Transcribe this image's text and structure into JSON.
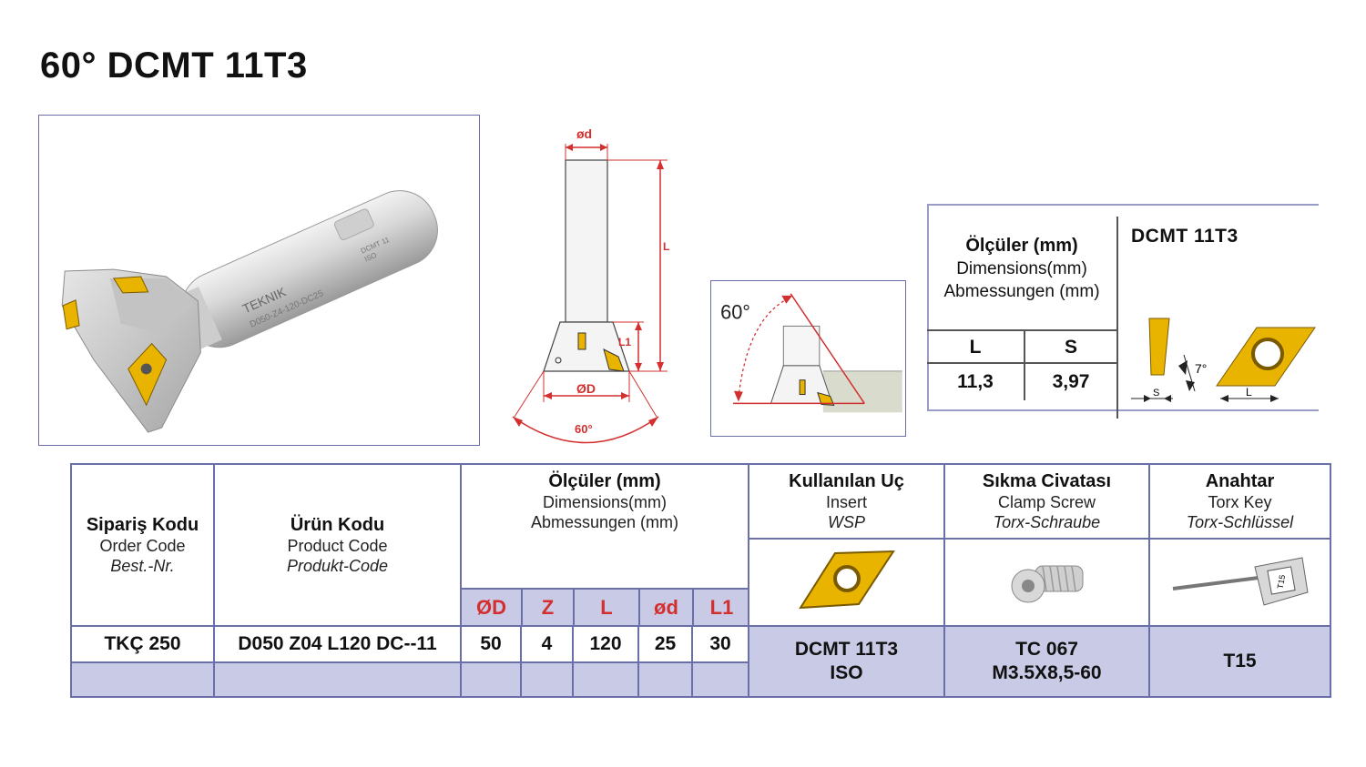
{
  "title": "60° DCMT 11T3",
  "photo": {
    "engraving": [
      "TEKNIK",
      "D050-Z4-120-DC25",
      "DCMT 11",
      "ISO"
    ]
  },
  "drawing": {
    "label_od": "ød",
    "label_L": "L",
    "label_L1": "L1",
    "label_OD": "ØD",
    "label_angle": "60°"
  },
  "angle_detail": {
    "label": "60°"
  },
  "insert_spec": {
    "heading_tr": "Ölçüler (mm)",
    "heading_en": "Dimensions(mm)",
    "heading_de": "Abmessungen (mm)",
    "col_L": "L",
    "col_S": "S",
    "val_L": "11,3",
    "val_S": "3,97",
    "insert_name": "DCMT 11T3",
    "label_s": "S",
    "label_angle": "7°",
    "label_l": "L"
  },
  "table": {
    "order_code": {
      "tr": "Sipariş Kodu",
      "en": "Order Code",
      "de": "Best.-Nr."
    },
    "product_code": {
      "tr": "Ürün Kodu",
      "en": "Product Code",
      "de": "Produkt-Code"
    },
    "dimensions": {
      "tr": "Ölçüler (mm)",
      "en": "Dimensions(mm)",
      "de": "Abmessungen (mm)"
    },
    "insert": {
      "tr": "Kullanılan Uç",
      "en": "Insert",
      "de": "WSP"
    },
    "clamp_screw": {
      "tr": "Sıkma Civatası",
      "en": "Clamp Screw",
      "de": "Torx-Schraube"
    },
    "key": {
      "tr": "Anahtar",
      "en": "Torx Key",
      "de": "Torx-Schlüssel"
    },
    "dim_cols": [
      "ØD",
      "Z",
      "L",
      "ød",
      "L1"
    ],
    "row": {
      "order_code": "TKÇ 250",
      "product_code": "D050 Z04 L120 DC--11",
      "values": [
        "50",
        "4",
        "120",
        "25",
        "30"
      ]
    },
    "insert_value": [
      "DCMT 11T3",
      "ISO"
    ],
    "screw_value": [
      "TC 067",
      "M3.5X8,5-60"
    ],
    "key_value": "T15",
    "key_icon_text": "T15"
  },
  "colors": {
    "accent_red": "#d32f2f",
    "border_blue": "#6b6fa8",
    "shade": "#c9cbe6",
    "insert_gold": "#e8b400"
  }
}
